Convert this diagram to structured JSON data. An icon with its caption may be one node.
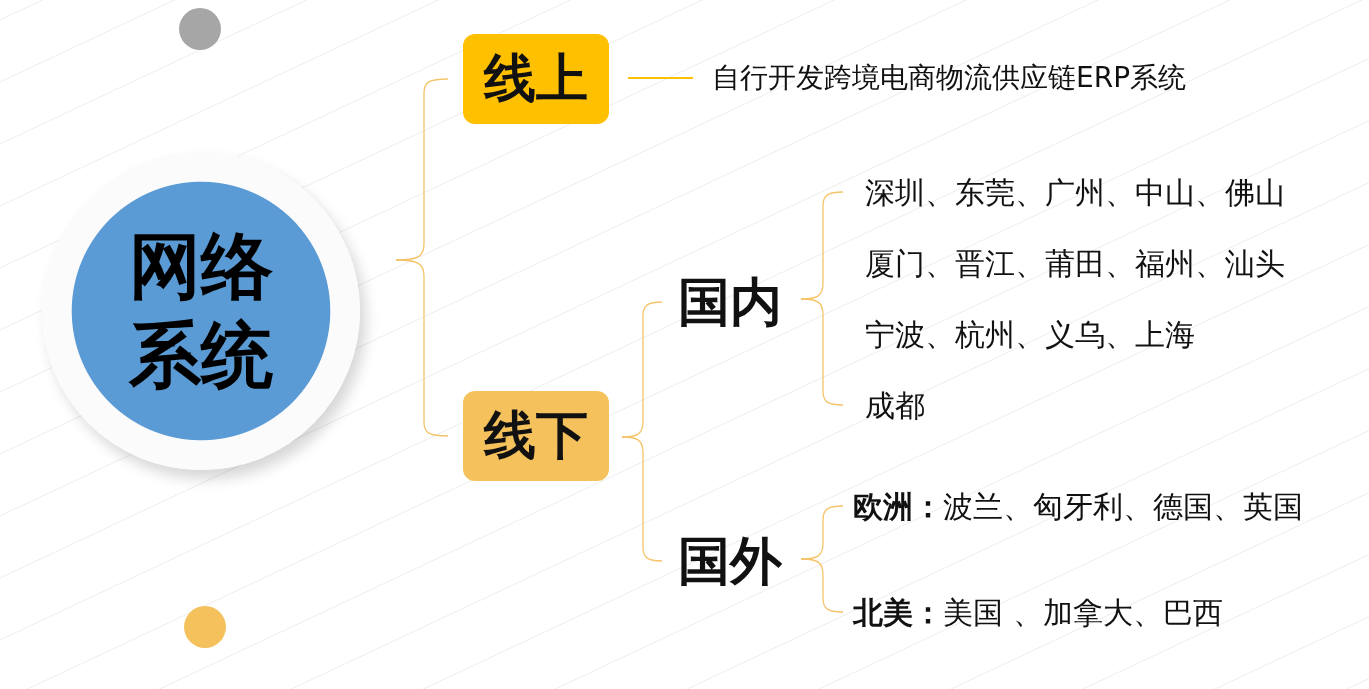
{
  "diagram": {
    "nodes": [
      {
        "text": [
          "网络系统"
        ]
      },
      {
        "text": [
          "线上"
        ]
      },
      {
        "text": [
          "线下"
        ]
      },
      {
        "text": [
          "自行开发跨境电商物流供应链ERP系统"
        ]
      },
      {
        "text": [
          "国内"
        ]
      },
      {
        "text": [
          "国外"
        ]
      },
      {
        "text": [
          "深圳、东莞、广州、中山、佛山"
        ]
      },
      {
        "text": [
          "成都"
        ]
      },
      {
        "text": [
          "**欧洲：**波兰、匈牙利、德国、英国"
        ]
      },
      {
        "text": [
          "**北美：**美国 、加拿大、巴西"
        ]
      }
    ],
    "edges": [
      {
        "from": 0,
        "to": 1,
        "arrow": "none"
      },
      {
        "from": 0,
        "to": 2,
        "arrow": "none"
      },
      {
        "from": 1,
        "to": 3,
        "arrow": "none",
        "color": "#ffc000"
      },
      {
        "from": 2,
        "to": 4,
        "arrow": "none"
      },
      {
        "from": 2,
        "to": 5,
        "arrow": "none"
      },
      {
        "from": 4,
        "to": 6,
        "arrow": "none"
      },
      {
        "from": 4,
        "to": 7,
        "arrow": "none"
      },
      {
        "from": 5,
        "to": 8,
        "arrow": "none"
      },
      {
        "from": 5,
        "to": 9,
        "arrow": "none"
      }
    ],
    "labels": [
      "厦门、晋江、莆田、福州、汕头",
      "宁波、杭州、义乌、上海"
    ]
  }
}
